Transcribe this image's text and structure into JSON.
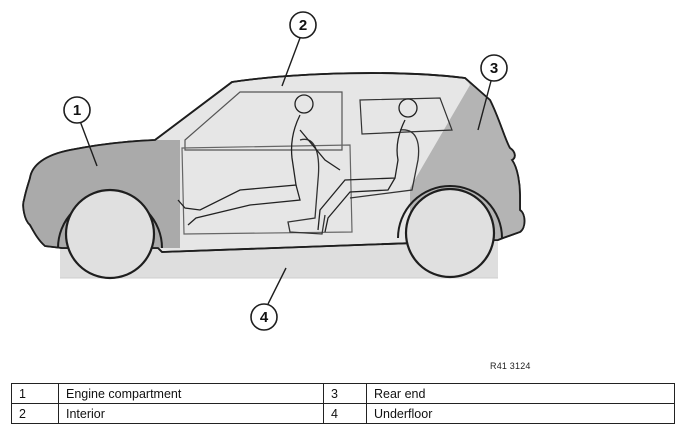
{
  "callouts": [
    {
      "number": "1"
    },
    {
      "number": "2"
    },
    {
      "number": "3"
    },
    {
      "number": "4"
    }
  ],
  "reference_code": "R41 3124",
  "legend": {
    "rows": [
      {
        "left_num": "1",
        "left_label": "Engine compartment",
        "right_num": "3",
        "right_label": "Rear end"
      },
      {
        "left_num": "2",
        "left_label": "Interior",
        "right_num": "4",
        "right_label": "Underfloor"
      }
    ]
  },
  "colors": {
    "engine_zone": "#aaaaaa",
    "interior_zone": "#e6e6e6",
    "rear_zone": "#b4b4b4",
    "underfloor_zone": "#dedede",
    "outline": "#1e1e1e"
  }
}
